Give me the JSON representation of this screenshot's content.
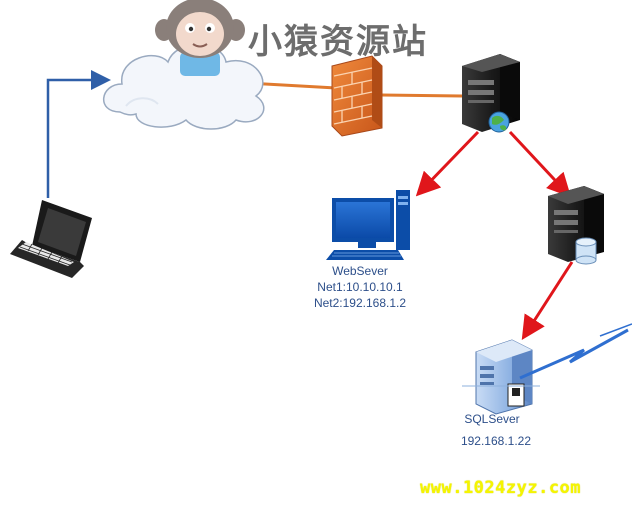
{
  "brand": {
    "title": "小猿资源站",
    "url": "www.1024zyz.com"
  },
  "nodes": {
    "webserver": {
      "name": "WebSever",
      "net1": "Net1:10.10.10.1",
      "net2": "Net2:192.168.1.2"
    },
    "sqlserver": {
      "name": "SQLSever",
      "ip": "192.168.1.22"
    }
  },
  "colors": {
    "link_internet": "#e07a2e",
    "link_attack": "#e0161b",
    "link_client": "#2f5fa8",
    "label_text": "#2d4f8a",
    "watermark_url": "#f5f500",
    "lightning": "#2f6fd0"
  }
}
